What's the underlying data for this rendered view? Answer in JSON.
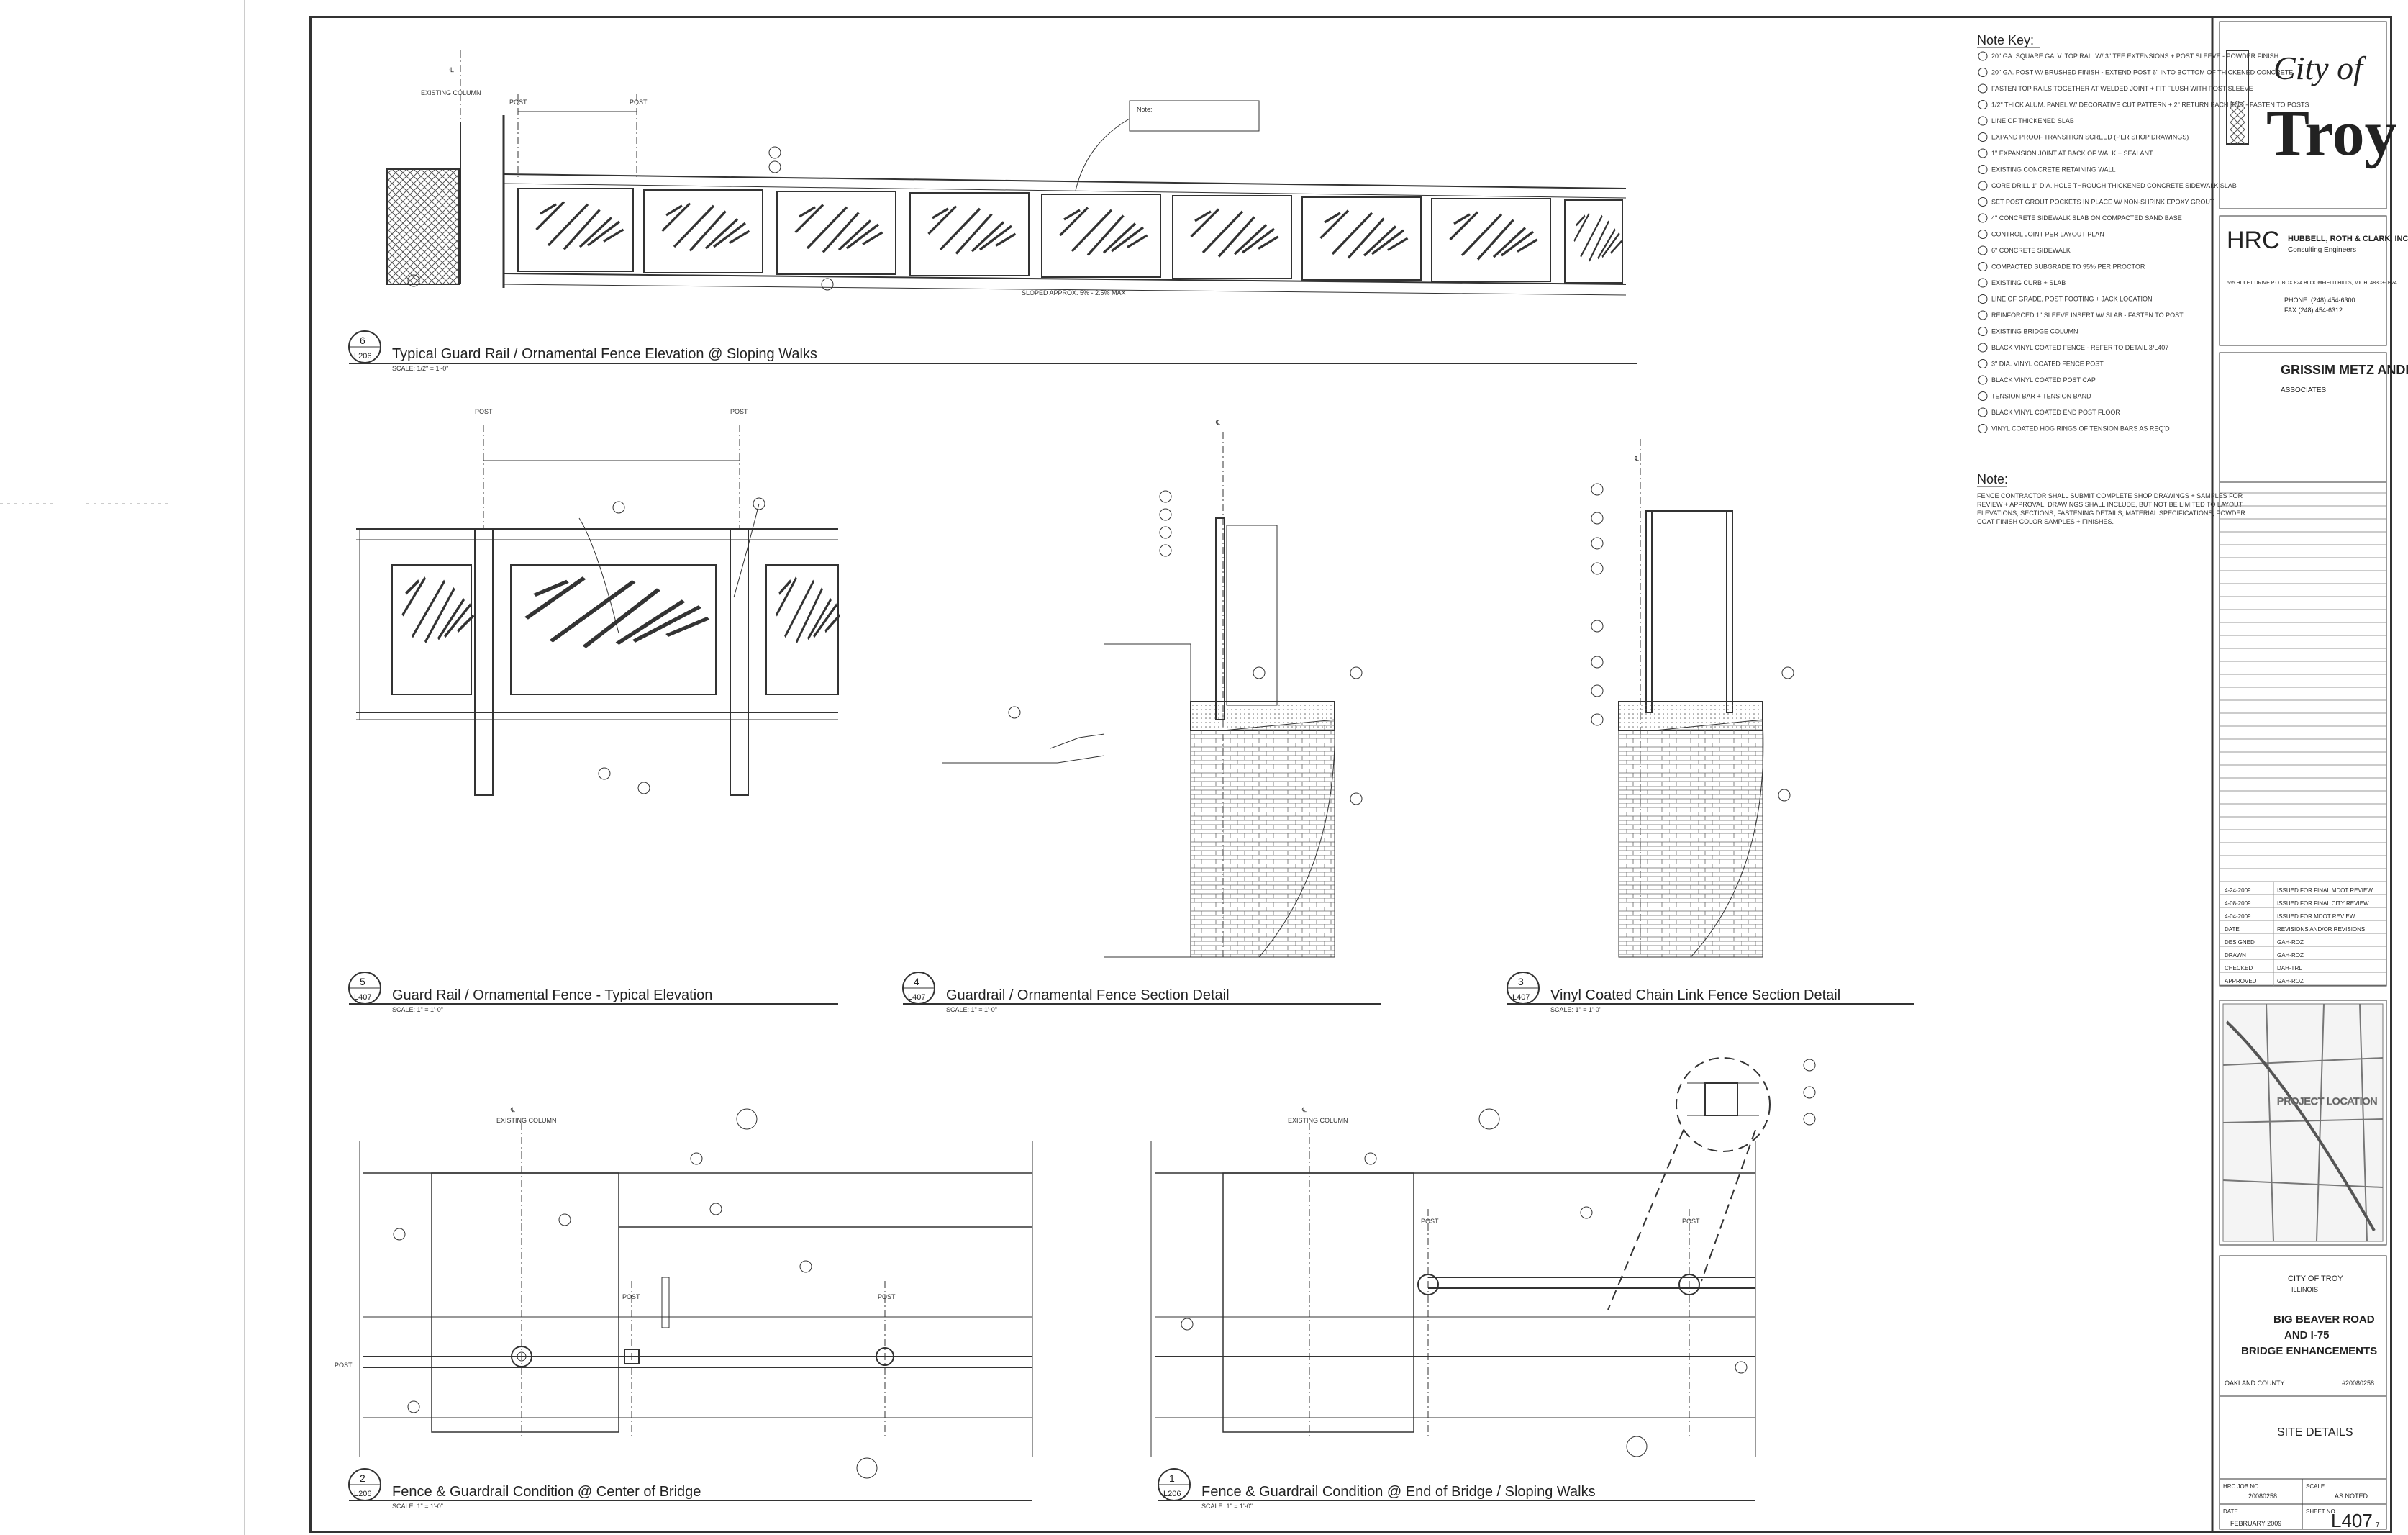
{
  "sheet": {
    "detail_titles": [
      {
        "num": "6",
        "ref": "L206",
        "title": "Typical Guard Rail / Ornamental Fence Elevation @ Sloping Walks",
        "scale": "SCALE: 1/2\" = 1'-0\""
      },
      {
        "num": "5",
        "ref": "L407",
        "title": "Guard Rail / Ornamental Fence - Typical Elevation",
        "scale": "SCALE: 1\" = 1'-0\""
      },
      {
        "num": "4",
        "ref": "L407",
        "title": "Guardrail / Ornamental Fence Section Detail",
        "scale": "SCALE: 1\" = 1'-0\""
      },
      {
        "num": "3",
        "ref": "L407",
        "title": "Vinyl Coated Chain Link Fence Section Detail",
        "scale": "SCALE: 1\" = 1'-0\""
      },
      {
        "num": "2",
        "ref": "L206",
        "title": "Fence & Guardrail Condition @ Center of Bridge",
        "scale": "SCALE: 1\" = 1'-0\""
      },
      {
        "num": "1",
        "ref": "L206",
        "title": "Fence & Guardrail Condition @ End of Bridge / Sloping Walks",
        "scale": "SCALE: 1\" = 1'-0\""
      }
    ],
    "labels": {
      "post": "POST",
      "cl": "℄",
      "existing_column": "EXISTING COLUMN",
      "note_box_title": "Note:",
      "slope": "SLOPED APPROX. 5% - 2.5% MAX"
    }
  },
  "note_key": {
    "title": "Note Key:",
    "items": [
      "20\" GA. SQUARE GALV. TOP RAIL W/ 3\" TEE EXTENSIONS + POST SLEEVE - POWDER FINISH",
      "20\" GA. POST W/ BRUSHED FINISH - EXTEND POST 6\" INTO BOTTOM OF THICKENED CONCRETE",
      "FASTEN TOP RAILS TOGETHER AT WELDED JOINT + FIT FLUSH WITH POST SLEEVE",
      "1/2\" THICK ALUM. PANEL W/ DECORATIVE CUT PATTERN + 2\" RETURN EACH END - FASTEN TO POSTS",
      "LINE OF THICKENED SLAB",
      "EXPAND PROOF TRANSITION SCREED (PER SHOP DRAWINGS)",
      "1\" EXPANSION JOINT AT BACK OF WALK + SEALANT",
      "EXISTING CONCRETE RETAINING WALL",
      "CORE DRILL 1\" DIA. HOLE THROUGH THICKENED CONCRETE SIDEWALK SLAB",
      "SET POST GROUT POCKETS IN PLACE W/ NON-SHRINK EPOXY GROUT",
      "4\" CONCRETE SIDEWALK SLAB ON COMPACTED SAND BASE",
      "CONTROL JOINT PER LAYOUT PLAN",
      "6\" CONCRETE SIDEWALK",
      "COMPACTED SUBGRADE TO 95% PER PROCTOR",
      "EXISTING CURB + SLAB",
      "LINE OF GRADE, POST FOOTING + JACK LOCATION",
      "REINFORCED 1\" SLEEVE INSERT W/ SLAB - FASTEN TO POST",
      "EXISTING BRIDGE COLUMN",
      "BLACK VINYL COATED FENCE - REFER TO DETAIL 3/L407",
      "3\" DIA. VINYL COATED FENCE POST",
      "BLACK VINYL COATED POST CAP",
      "TENSION BAR + TENSION BAND",
      "BLACK VINYL COATED END POST FLOOR",
      "VINYL COATED HOG RINGS OF TENSION BARS AS REQ'D"
    ],
    "note_title": "Note:",
    "note_text": "FENCE CONTRACTOR SHALL SUBMIT COMPLETE SHOP DRAWINGS + SAMPLES FOR REVIEW + APPROVAL. DRAWINGS SHALL INCLUDE, BUT NOT BE LIMITED TO LAYOUT, ELEVATIONS, SECTIONS, FASTENING DETAILS, MATERIAL SPECIFICATIONS, POWDER COAT FINISH COLOR SAMPLES + FINISHES."
  },
  "title_block": {
    "city_of": "City of",
    "troy": "Troy",
    "firm_logo": "HRC",
    "firm_name": "HUBBELL, ROTH & CLARK, INC",
    "firm_sub": "Consulting Engineers",
    "firm_addr": "555 HULET DRIVE   P.O. BOX 824   BLOOMFIELD HILLS, MICH.   48303-0824",
    "firm_phone": "PHONE: (248) 454-6300",
    "firm_fax": "FAX (248) 454-6312",
    "arch": "GRISSIM METZ ANDRIESE",
    "arch_sub": "ASSOCIATES",
    "rev_rows": [
      {
        "date": "4-24-2009",
        "desc": "ISSUED FOR FINAL MDOT REVIEW"
      },
      {
        "date": "4-08-2009",
        "desc": "ISSUED FOR FINAL CITY REVIEW"
      },
      {
        "date": "4-04-2009",
        "desc": "ISSUED FOR MDOT REVIEW"
      }
    ],
    "rev_header": {
      "date": "DATE",
      "desc": "REVISIONS AND/OR REVISIONS"
    },
    "signoffs": [
      {
        "k": "DESIGNED",
        "v": "GAH-ROZ"
      },
      {
        "k": "DRAWN",
        "v": "GAH-ROZ"
      },
      {
        "k": "CHECKED",
        "v": "DAH-TRL"
      },
      {
        "k": "APPROVED",
        "v": "GAH-ROZ"
      }
    ],
    "map_label": "PROJECT LOCATION",
    "client": "CITY OF TROY",
    "client_sub": "ILLINOIS",
    "project_line1": "BIG BEAVER ROAD",
    "project_line2": "AND I-75",
    "project_line3": "BRIDGE ENHANCEMENTS",
    "county": "OAKLAND COUNTY",
    "job": "#20080258",
    "sheet_title": "SITE DETAILS",
    "hrc_job_label": "HRC JOB NO.",
    "hrc_job": "20080258",
    "scale_label": "SCALE",
    "scale": "AS NOTED",
    "date_label": "DATE",
    "date": "FEBRUARY 2009",
    "sheet_label": "SHEET NO.",
    "sheet_no": "L407",
    "sheet_of": "7"
  },
  "colors": {
    "line": "#333333",
    "hatch": "#555555",
    "paper": "#ffffff"
  }
}
